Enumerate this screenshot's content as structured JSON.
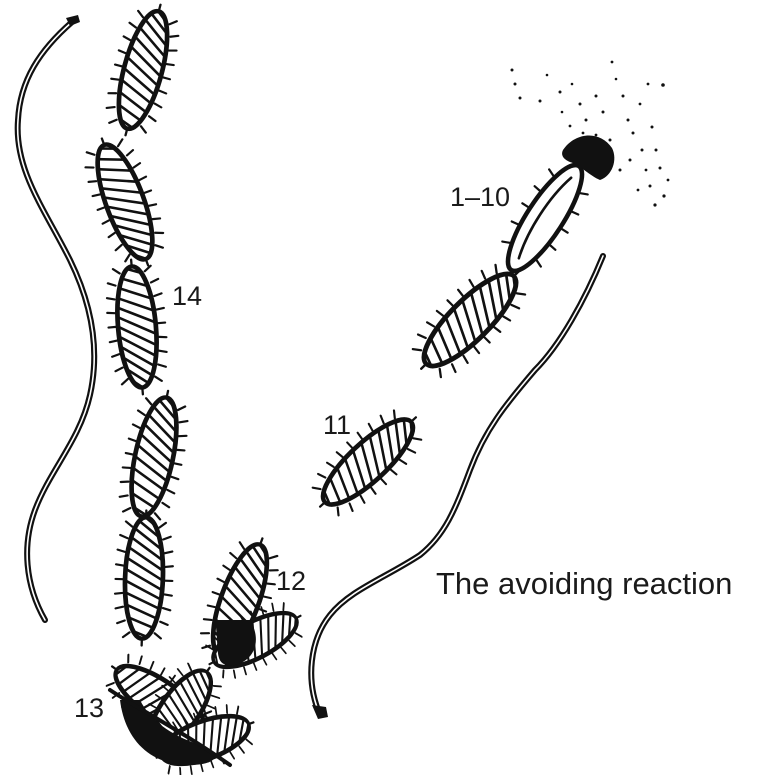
{
  "figure": {
    "labels": {
      "positions_1_10": "1–10",
      "position_11": "11",
      "position_12": "12",
      "position_13": "13",
      "position_14": "14"
    },
    "caption": "The avoiding reaction"
  },
  "colors": {
    "ink": "#111111",
    "background": "#ffffff"
  }
}
